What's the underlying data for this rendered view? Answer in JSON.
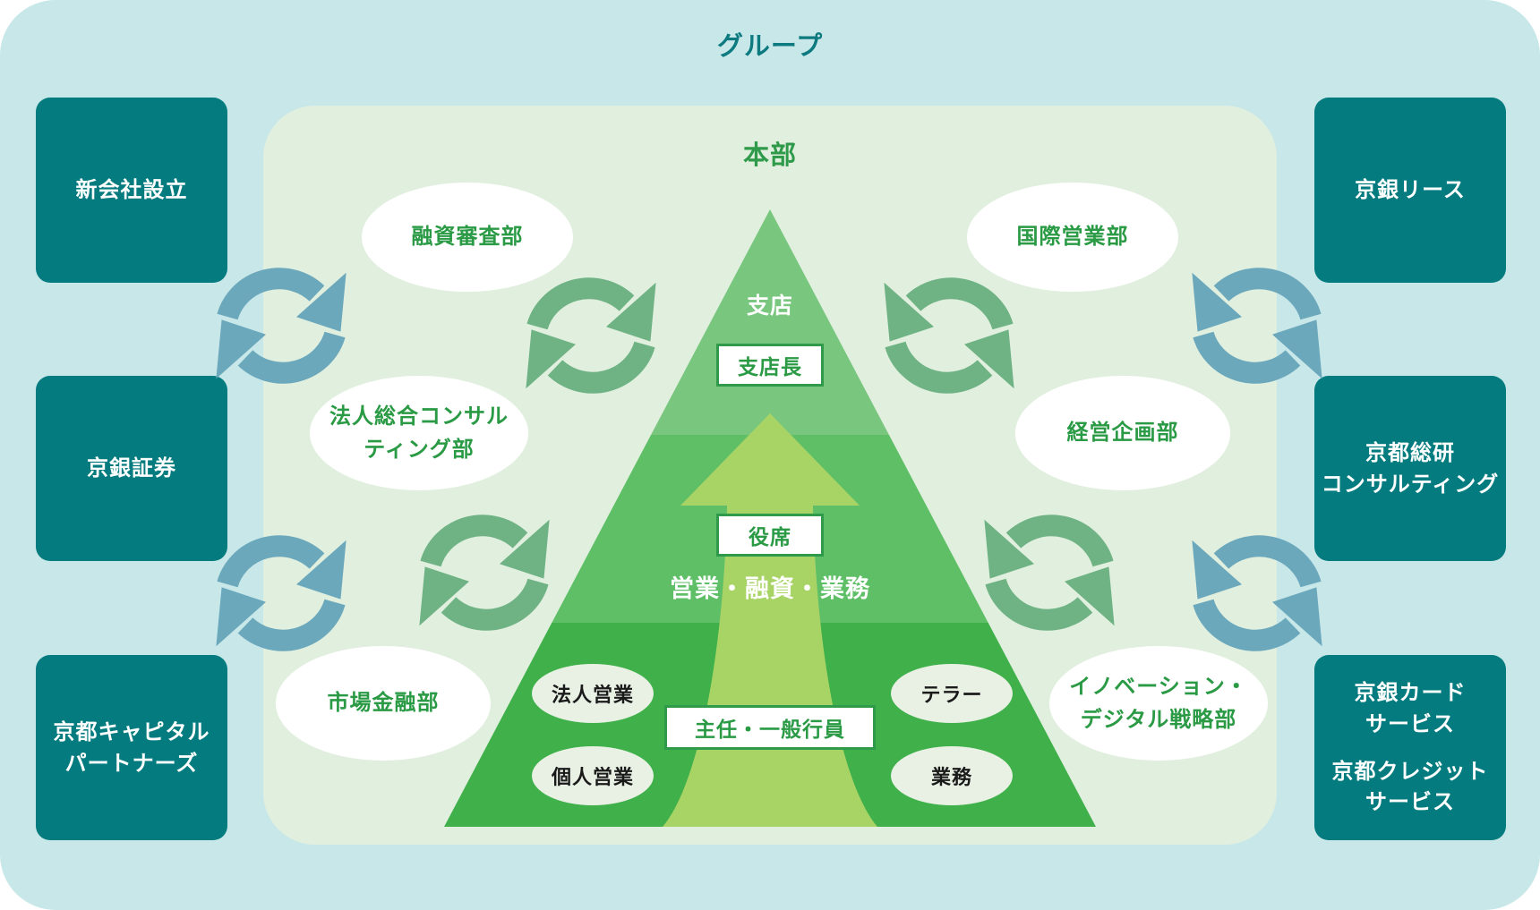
{
  "group_title": "グループ",
  "hq_title": "本部",
  "group_companies_left": [
    {
      "lines": [
        "新会社設立"
      ]
    },
    {
      "lines": [
        "京銀証券"
      ]
    },
    {
      "lines": [
        "京都キャピタル",
        "パートナーズ"
      ]
    }
  ],
  "group_companies_right": [
    {
      "lines": [
        "京銀リース"
      ]
    },
    {
      "lines": [
        "京都総研",
        "コンサルティング"
      ]
    },
    {
      "lines": [
        "京銀カード",
        "サービス"
      ],
      "lines2": [
        "京都クレジット",
        "サービス"
      ]
    }
  ],
  "departments": {
    "yushi_shinsa": [
      "融資審査部"
    ],
    "hojin_consulting": [
      "法人総合コンサル",
      "ティング部"
    ],
    "shijo_kinyu": [
      "市場金融部"
    ],
    "kokusai_eigyo": [
      "国際営業部"
    ],
    "keiei_kikaku": [
      "経営企画部"
    ],
    "innovation_digital": [
      "イノベーション・",
      "デジタル戦略部"
    ]
  },
  "pyramid": {
    "top_label": "支店",
    "branch_manager": "支店長",
    "officer": "役席",
    "middle_label": "営業・融資・業務",
    "base_left": [
      "法人営業",
      "個人営業"
    ],
    "base_right": [
      "テラー",
      "業務"
    ],
    "base_staff": "主任・一般行員"
  },
  "colors": {
    "outer_panel": "#c7e7e9",
    "inner_panel": "#e1efdf",
    "group_box": "#047b7e",
    "group_arrows": "#6ba8bc",
    "hq_arrows": "#6fb384",
    "pyramid_top": "#79c67e",
    "pyramid_middle": "#5ebf66",
    "pyramid_base": "#3fb04a",
    "growth_arrow": "#a8d466",
    "accent_text": "#2e9a4a"
  }
}
